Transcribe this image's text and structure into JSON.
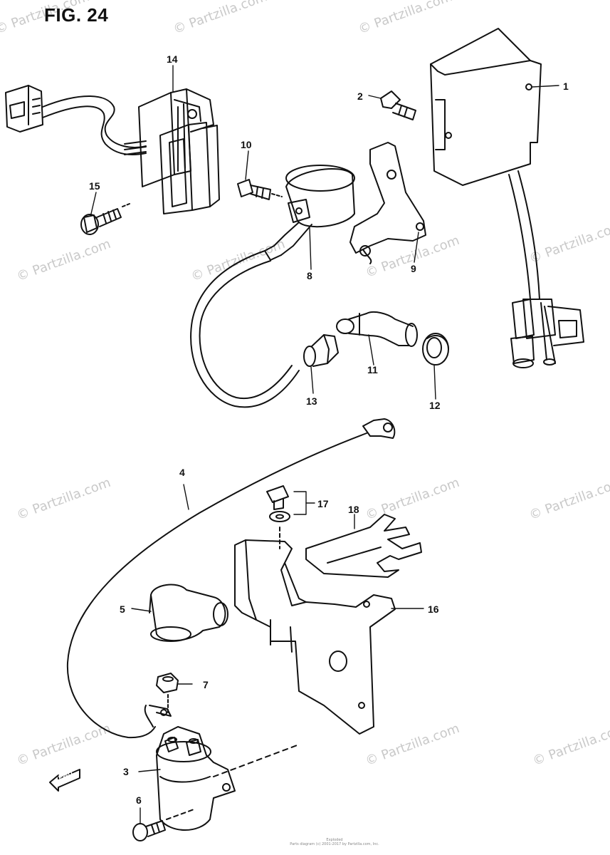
{
  "figure": {
    "title": "FIG. 24"
  },
  "watermark": "© Partzilla.com",
  "front_marker": "FWD",
  "footer": {
    "line1": "Exploded",
    "line2": "Parts diagram (c) 2001-2017 by Partzilla.com, Inc."
  },
  "callouts": [
    {
      "id": "1",
      "label": "1"
    },
    {
      "id": "2",
      "label": "2"
    },
    {
      "id": "3",
      "label": "3"
    },
    {
      "id": "4",
      "label": "4"
    },
    {
      "id": "5",
      "label": "5"
    },
    {
      "id": "6",
      "label": "6"
    },
    {
      "id": "7",
      "label": "7"
    },
    {
      "id": "8",
      "label": "8"
    },
    {
      "id": "9",
      "label": "9"
    },
    {
      "id": "10",
      "label": "10"
    },
    {
      "id": "11",
      "label": "11"
    },
    {
      "id": "12",
      "label": "12"
    },
    {
      "id": "13",
      "label": "13"
    },
    {
      "id": "14",
      "label": "14"
    },
    {
      "id": "15",
      "label": "15"
    },
    {
      "id": "16",
      "label": "16"
    },
    {
      "id": "17",
      "label": "17"
    },
    {
      "id": "18",
      "label": "18"
    }
  ]
}
